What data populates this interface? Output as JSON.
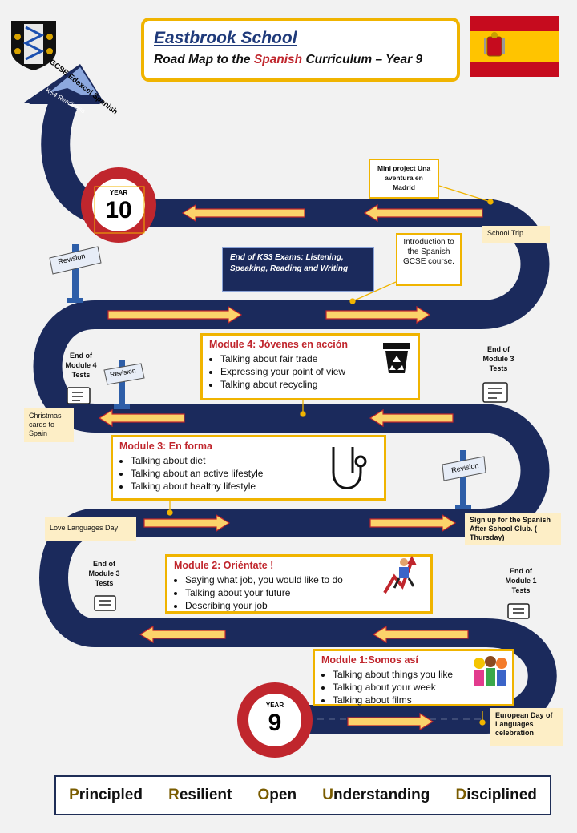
{
  "header": {
    "school": "Eastbrook School",
    "subtitle_prefix": "Road Map to the ",
    "subtitle_highlight": "Spanish",
    "subtitle_suffix": " Curriculum – Year 9",
    "crest_icon": "school-crest-icon",
    "flag_icon": "spain-flag-icon",
    "gcse_label": "GCSE Edexcel Spanish",
    "ks4_label": "KS4 Readiness"
  },
  "year_signs": {
    "year10_label": "YEAR",
    "year10_number": "10",
    "year9_label": "YEAR",
    "year9_number": "9"
  },
  "notes": {
    "mini_project": "Mini project Una aventura en Madrid",
    "school_trip": "School Trip",
    "intro_gcse": "Introduction to the Spanish GCSE course.",
    "ks3_exams": "End of KS3 Exams: Listening, Speaking, Reading and Writing",
    "christmas": "Christmas cards to Spain",
    "love_languages": "Love Languages Day",
    "after_school": "Sign up for the Spanish After School Club. ( Thursday)",
    "european_day": "European Day of Languages celebration"
  },
  "revision_signs": [
    "Revision",
    "Revision",
    "Revision"
  ],
  "tests": {
    "end_m4": "End of Module 4 Tests",
    "end_m3_upper": "End of Module 3 Tests",
    "end_m3_lower": "End of Module 3 Tests",
    "end_m1": "End of Module 1 Tests"
  },
  "modules": {
    "m4": {
      "title": "Module 4: Jóvenes en acción",
      "items": [
        "Talking about fair trade",
        "Expressing your point of view",
        "Talking about recycling"
      ],
      "icon": "recycling-bin-icon"
    },
    "m3": {
      "title": "Module 3:  En forma",
      "items": [
        "Talking about diet",
        "Talking about an active lifestyle",
        "Talking about healthy lifestyle"
      ],
      "icon": "stethoscope-icon"
    },
    "m2": {
      "title": "Module 2:  Oriéntate !",
      "items": [
        "Saying what job, you would like to do",
        "Talking about your future",
        "Describing your job"
      ],
      "icon": "career-climber-icon"
    },
    "m1": {
      "title": "Module 1:Somos así",
      "items": [
        "Talking about things you like",
        "Talking about your week",
        "Talking about films"
      ],
      "icon": "friends-group-icon"
    }
  },
  "values": {
    "v1": {
      "initial": "P",
      "rest": "rincipled"
    },
    "v2": {
      "initial": "R",
      "rest": "esilient"
    },
    "v3": {
      "initial": "O",
      "rest": "pen"
    },
    "v4": {
      "initial": "U",
      "rest": "nderstanding"
    },
    "v5": {
      "initial": "D",
      "rest": "isciplined"
    }
  },
  "colors": {
    "road": "#1b2a5c",
    "accent": "#f0b400",
    "red": "#c0262d",
    "arrow": "#fbd36a"
  }
}
